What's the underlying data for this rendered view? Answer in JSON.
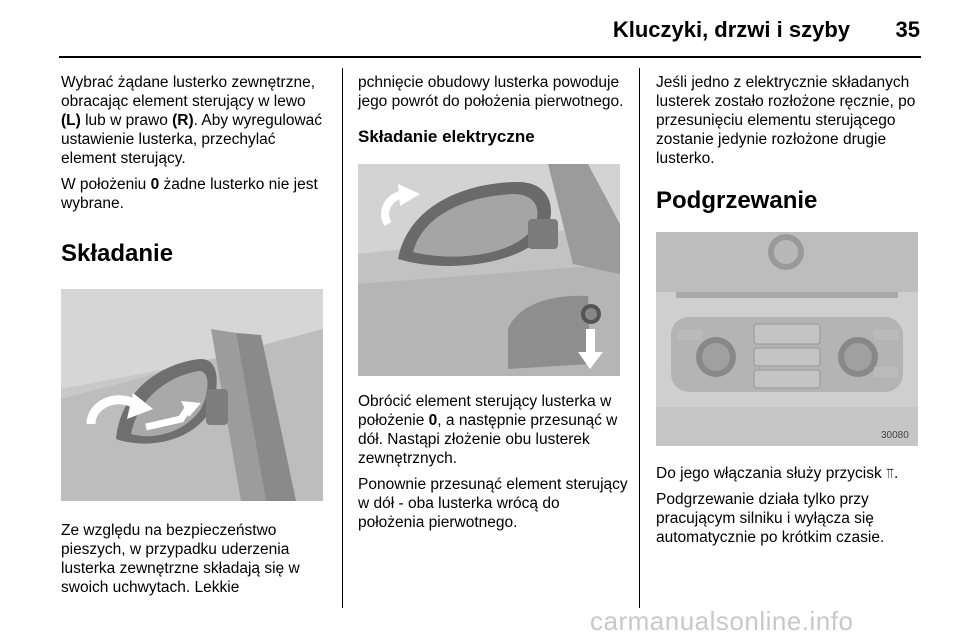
{
  "header": {
    "title": "Kluczyki, drzwi i szyby",
    "page_number": "35"
  },
  "col1": {
    "p1": {
      "t1": "Wybrać żądane lusterko zewnętrzne, obracając element sterujący w lewo ",
      "b1": "(L)",
      "t2": " lub w prawo ",
      "b2": "(R)",
      "t3": ". Aby wyregulować ustawienie lusterka, przechylać element sterujący."
    },
    "p2": {
      "t1": "W położeniu ",
      "b1": "0",
      "t2": " żadne lusterko nie jest wybrane."
    },
    "heading": "Składanie",
    "p3": "Ze względu na bezpieczeństwo pieszych, w przypadku uderzenia lusterka zewnętrzne składają się w swoich uchwytach. Lekkie"
  },
  "col2": {
    "p1": "pchnięcie obudowy lusterka powoduje jego powrót do położenia pierwotnego.",
    "heading": "Składanie elektryczne",
    "p2": {
      "t1": "Obrócić element sterujący lusterka w położenie ",
      "b1": "0",
      "t2": ", a następnie przesunąć w dół. Nastąpi złożenie obu lusterek zewnętrznych."
    },
    "p3": "Ponownie przesunąć element sterujący w dół - oba lusterka wrócą do położenia pierwotnego."
  },
  "col3": {
    "p1": "Jeśli jedno z elektrycznie składanych lusterek zostało rozłożone ręcznie, po przesunięciu elementu sterującego zostanie jedynie rozłożone drugie lusterko.",
    "heading": "Podgrzewanie",
    "figure_code": "30080",
    "p2": {
      "t1": "Do jego włączania służy przycisk ",
      "icon": "mirror-heating-icon",
      "t2": "."
    },
    "p3": "Podgrzewanie działa tylko przy pracującym silniku i wyłącza się automatycznie po krótkim czasie."
  },
  "watermark": "carmanualsonline.info"
}
